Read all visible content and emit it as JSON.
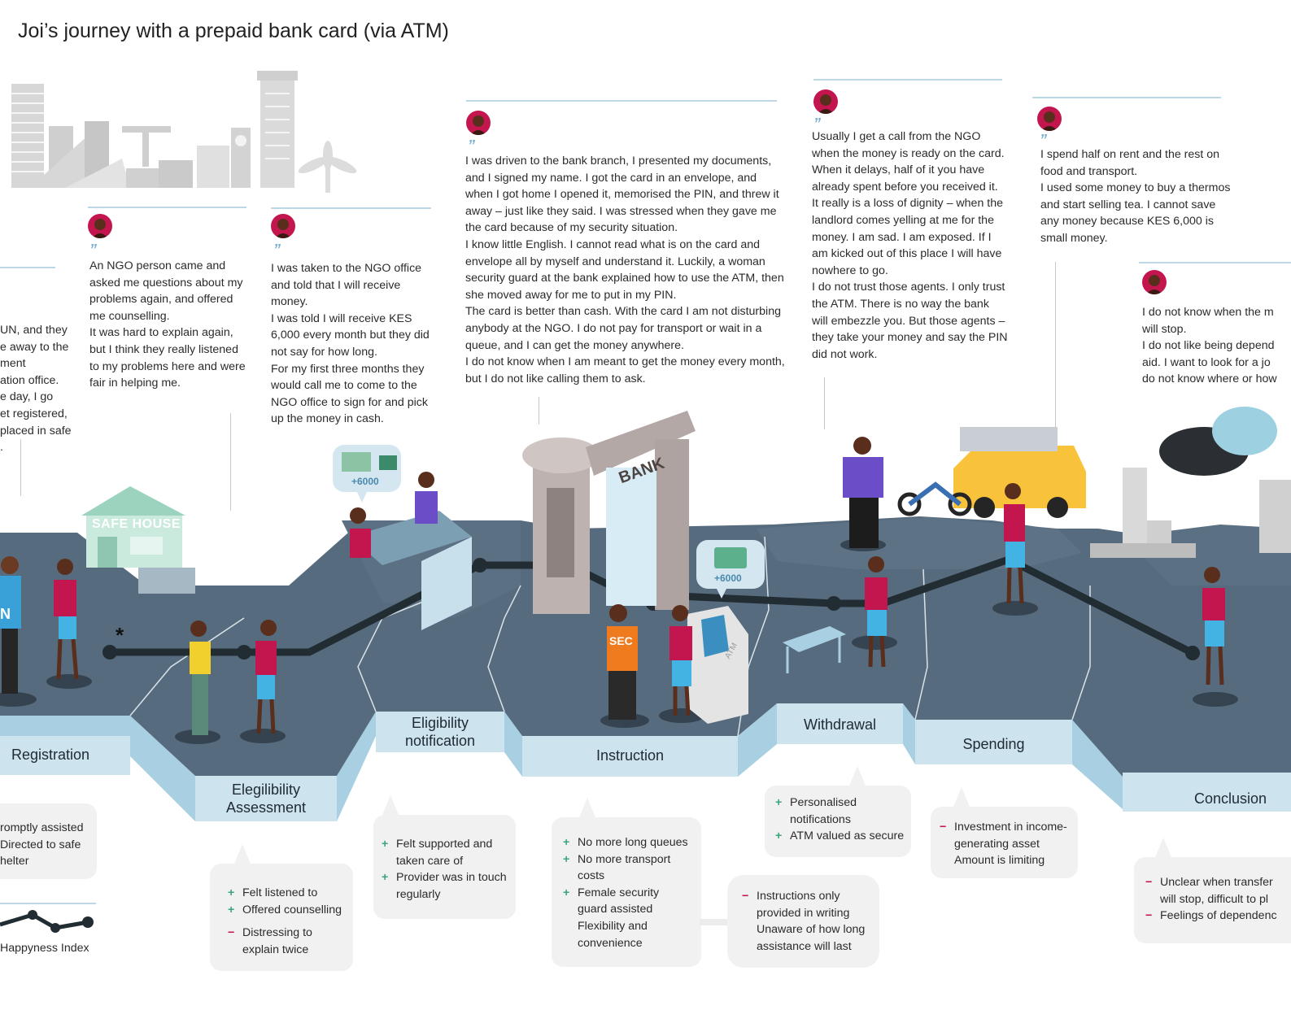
{
  "title": "Joi’s journey with a prepaid bank card (via ATM)",
  "quote_mark": "”",
  "quotes": {
    "q1": [
      "UN, and they",
      "e away to the",
      "ment",
      "ation office.",
      "e day, I go",
      "et registered,",
      "placed in safe",
      "."
    ],
    "q2": [
      "An NGO person came and",
      "asked me questions about my",
      "problems again, and offered",
      "me counselling.",
      "It was hard to explain again,",
      "but I think they really listened",
      "to my problems here and were",
      "fair in helping me."
    ],
    "q3": [
      "I was taken to the NGO office",
      "and told that I will receive",
      "money.",
      "I was told I will receive KES",
      "6,000 every month but they did",
      "not say for how long.",
      "For my first three months they",
      "would call me to come to the",
      "NGO office to sign for and pick",
      "up the money in cash."
    ],
    "q4": [
      "I was driven to the bank branch, I presented my documents,",
      "and I signed my name. I got the card in an envelope, and",
      "when I got home I opened it, memorised the PIN, and threw it",
      "away – just like they said. I was stressed when they gave me",
      "the card because of my security situation.",
      "I know little English. I cannot read what is on the card and",
      "envelope all by myself and understand it. Luckily, a woman",
      "security guard at the bank explained how to use the ATM, then",
      "she moved away for me to put in my PIN.",
      "The card is better than cash. With the card I am not disturbing",
      "anybody at the NGO. I do not pay for transport or wait in a",
      "queue, and I can get the money anywhere.",
      "I do not know when I am meant to get the money every month,",
      "but I do not like calling them to ask."
    ],
    "q5": [
      "Usually I get a call from the NGO",
      "when the money is ready on the card.",
      "When it delays, half of it you have",
      "already spent before you received it.",
      "It really is a loss of dignity – when the",
      "landlord comes yelling at me for the",
      "money. I am sad. I am exposed. If I",
      "am kicked out of this place I will have",
      "nowhere to go.",
      "I do not trust those agents. I only trust",
      "the ATM. There is no way the bank",
      "will embezzle you. But those agents –",
      "they take your money and say the PIN",
      "did not work."
    ],
    "q6": [
      "I spend half on rent and the rest on",
      "food and transport.",
      "I used some money to buy a thermos",
      "and start selling tea. I cannot save",
      "any money because KES 6,000 is",
      "small money."
    ],
    "q7": [
      "I do not know when the m",
      "will stop.",
      "I do not like being depend",
      "aid. I want to look for a jo",
      "do not know where or how"
    ]
  },
  "stages": {
    "registration": "Registration",
    "assessment": [
      "Elegilibility",
      "Assessment"
    ],
    "notification": [
      "Eligibility",
      "notification"
    ],
    "instruction": "Instruction",
    "withdrawal": "Withdrawal",
    "spending": "Spending",
    "conclusion": "Conclusion"
  },
  "scene_labels": {
    "safe_house": "SAFE HOUSE",
    "bank": "BANK",
    "atm": "ATM",
    "sec": "SEC",
    "un": "N",
    "amount_1": "+6000",
    "amount_2": "+6000",
    "asterisk": "*"
  },
  "feedback": {
    "registration": [
      {
        "sign": "",
        "text": "romptly assisted"
      },
      {
        "sign": "",
        "text": "Directed to safe"
      },
      {
        "sign": "",
        "text": "helter"
      }
    ],
    "assessment": [
      {
        "sign": "+",
        "text": "Felt listened to"
      },
      {
        "sign": "+",
        "text": "Offered  counselling"
      },
      {
        "sign": "−",
        "text": "Distressing to"
      },
      {
        "sign": "",
        "text": "explain twice"
      }
    ],
    "notification": [
      {
        "sign": "+",
        "text": "Felt supported and"
      },
      {
        "sign": "",
        "text": "taken care of"
      },
      {
        "sign": "+",
        "text": "Provider was in touch"
      },
      {
        "sign": "",
        "text": "regularly"
      }
    ],
    "instruction_pos": [
      {
        "sign": "+",
        "text": "No more long queues"
      },
      {
        "sign": "+",
        "text": "No more transport"
      },
      {
        "sign": "",
        "text": "costs"
      },
      {
        "sign": "+",
        "text": "Female security"
      },
      {
        "sign": "",
        "text": "guard assisted"
      },
      {
        "sign": "",
        "text": "Flexibility and"
      },
      {
        "sign": "",
        "text": "convenience"
      }
    ],
    "instruction_neg": [
      {
        "sign": "−",
        "text": "Instructions  only"
      },
      {
        "sign": "",
        "text": "provided in writing"
      },
      {
        "sign": "",
        "text": "Unaware of how long"
      },
      {
        "sign": "",
        "text": "assistance will last"
      }
    ],
    "withdrawal": [
      {
        "sign": "+",
        "text": "Personalised"
      },
      {
        "sign": "",
        "text": "notifications"
      },
      {
        "sign": "+",
        "text": "ATM valued as secure"
      }
    ],
    "spending": [
      {
        "sign": "−",
        "text": "Investment in income-"
      },
      {
        "sign": "",
        "text": "generating asset"
      },
      {
        "sign": "",
        "text": "Amount is limiting"
      }
    ],
    "conclusion": [
      {
        "sign": "−",
        "text": "Unclear when transfer"
      },
      {
        "sign": "",
        "text": "will stop, difficult to pl"
      },
      {
        "sign": "−",
        "text": "Feelings of dependenc"
      }
    ]
  },
  "happiness_label": "Happyness Index",
  "colors": {
    "platform_top": "#566b7d",
    "platform_side": "#a9d0e2",
    "stage_box": "#cde3ee",
    "path": "#222c33",
    "accent": "#c4164e",
    "plus": "#3aa57a",
    "skyline": "#d9d9d9"
  }
}
